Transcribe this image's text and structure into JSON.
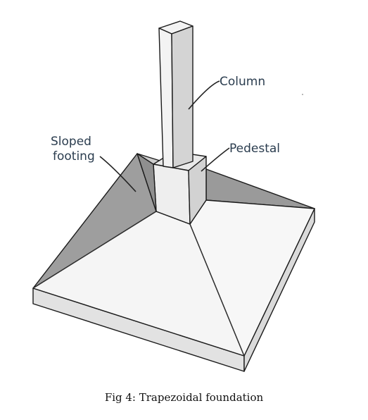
{
  "labels": {
    "column": "Column",
    "pedestal": "Pedestal",
    "sloped_footing_line1": "Sloped",
    "sloped_footing_line2": "footing"
  },
  "caption": "Fig 4: Trapezoidal foundation",
  "colors": {
    "top_face": "#f4f4f4",
    "slope_dark": "#9a9a9a",
    "slope_mid": "#b4b4b4",
    "slope_back": "#c9c9c9",
    "slab_side": "#e6e6e6",
    "column_front": "#f2f2f2",
    "column_side": "#d6d6d6",
    "label_text": "#2b3d4f"
  }
}
